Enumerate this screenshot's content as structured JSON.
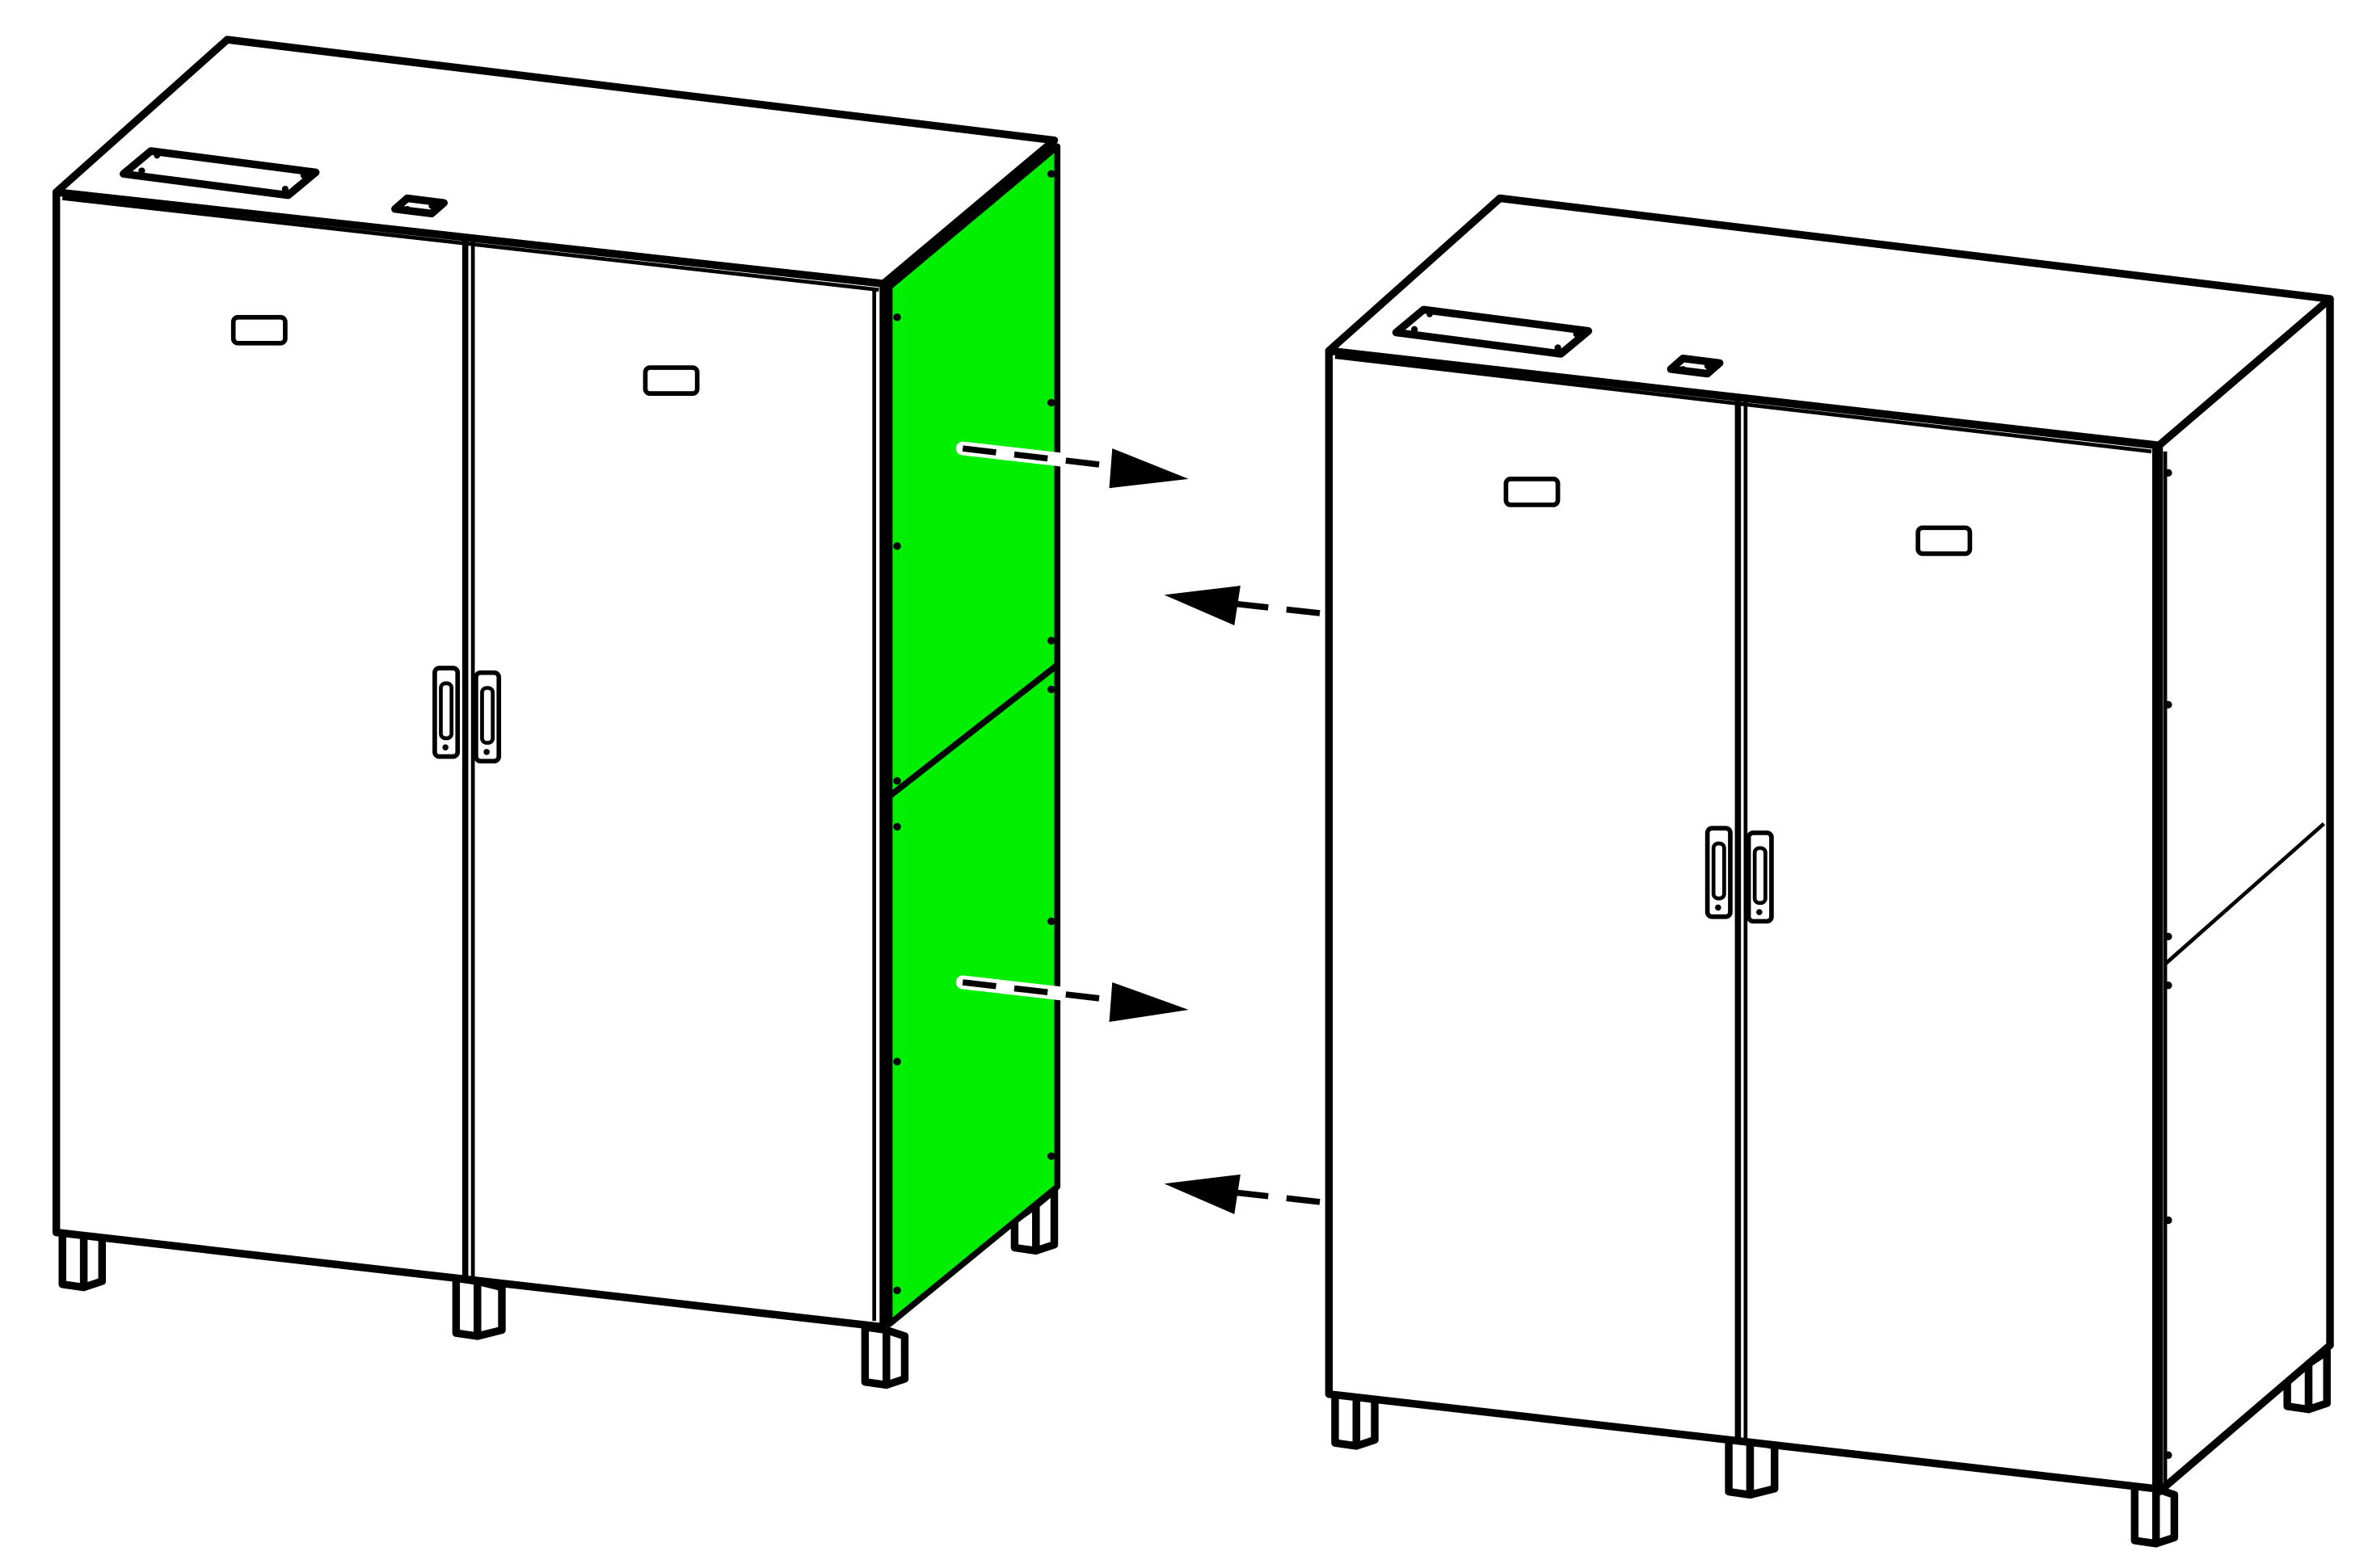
{
  "figure": {
    "description_text": "",
    "colors": {
      "background": "#ffffff",
      "line": "#000000",
      "highlight_panel": "#00ee00"
    },
    "cabinets": [
      {
        "id": "left",
        "side_panel_highlighted": true
      },
      {
        "id": "right",
        "side_panel_highlighted": false
      }
    ],
    "arrows": [
      {
        "direction": "right",
        "icon": "arrow-right-icon"
      },
      {
        "direction": "left",
        "icon": "arrow-left-icon"
      },
      {
        "direction": "right",
        "icon": "arrow-right-icon"
      },
      {
        "direction": "left",
        "icon": "arrow-left-icon"
      }
    ]
  }
}
